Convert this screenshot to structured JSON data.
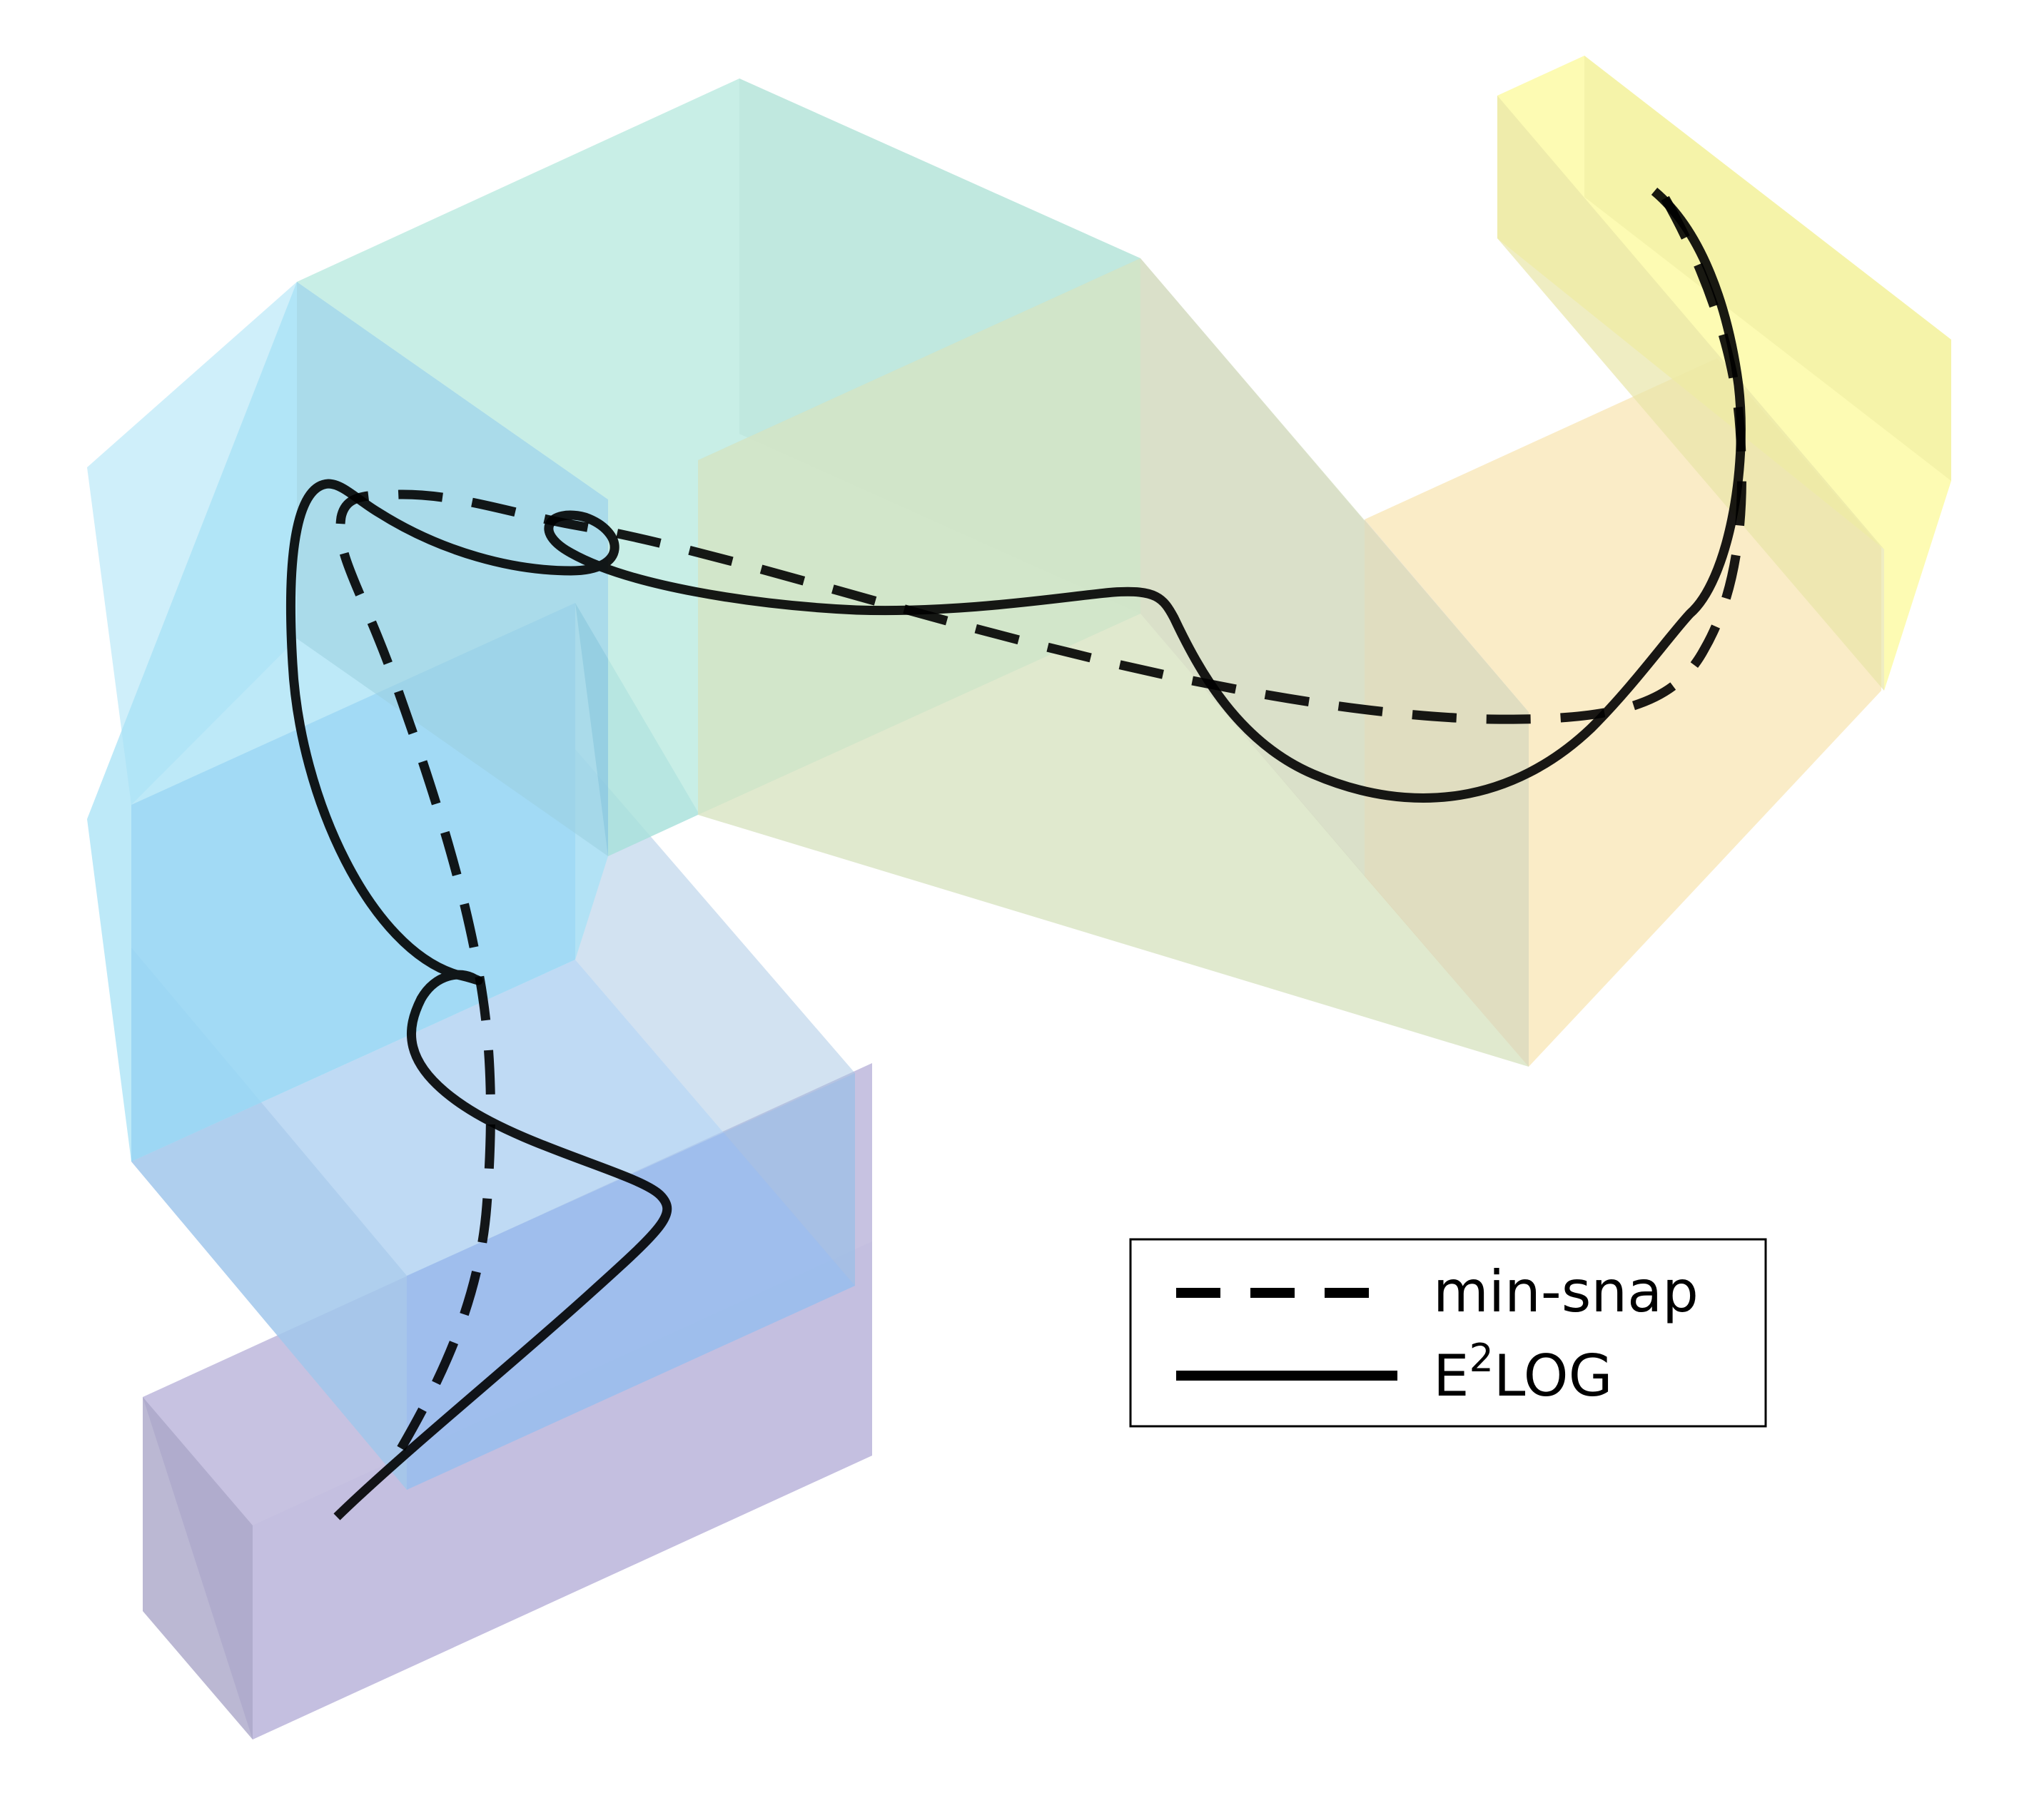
{
  "colors": {
    "background": "#ffffff",
    "trajectory": "#000000",
    "corridor_purple": "#bdb7dc",
    "corridor_blue": "#a9d2f7",
    "corridor_sky": "#a7e1f6",
    "corridor_teal": "#b1e7dc",
    "corridor_sage": "#d8e5c4",
    "corridor_sand": "#f8e6b4",
    "corridor_yellow": "#fcfa9a",
    "legend_border": "#000000"
  },
  "legend": {
    "placement": "lower-right",
    "items": [
      {
        "id": "min-snap",
        "label": "min-snap",
        "line_style": "dashed"
      },
      {
        "id": "e2log",
        "label_base": "E",
        "label_sup": "2",
        "label_rest": "LOG",
        "line_style": "solid"
      }
    ]
  }
}
